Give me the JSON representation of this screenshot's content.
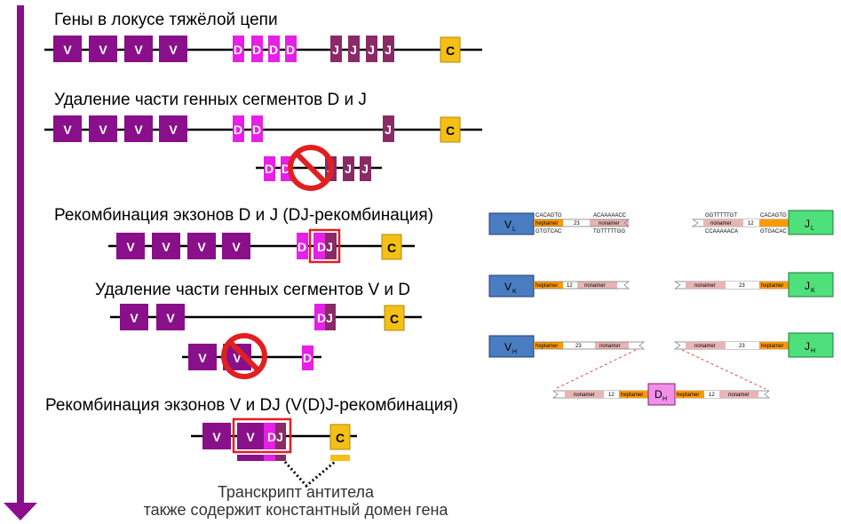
{
  "colors": {
    "v": "#8a0f8a",
    "d": "#e620e6",
    "j": "#8a2a66",
    "c": "#f5c016",
    "arrow": "#8a0f8a",
    "highlight": "#e02020",
    "vl": "#4a7cc2",
    "jl": "#4ee07a",
    "dh": "#f090e8",
    "heptamer": "#ff9900",
    "nonamer": "#e8b4b4"
  },
  "titles": {
    "row1": "Гены в локусе тяжёлой цепи",
    "row2": "Удаление части генных сегментов D и J",
    "row3": "Рекомбинация экзонов D и J (DJ-рекомбинация)",
    "row4": "Удаление части генных сегментов V и D",
    "row5": "Рекомбинация экзонов V и DJ (V(D)J-рекомбинация)"
  },
  "caption": {
    "line1": "Транскрипт антитела",
    "line2": "также содержит константный домен гена"
  },
  "segment_labels": {
    "v": "V",
    "d": "D",
    "j": "J",
    "c": "C",
    "dj": "DJ"
  },
  "rss": {
    "vl_name": "V",
    "vl_sub": "L",
    "jl_name": "J",
    "jl_sub": "L",
    "vk_name": "V",
    "vk_sub": "K",
    "jk_name": "J",
    "jk_sub": "K",
    "vh_name": "V",
    "vh_sub": "H",
    "jh_name": "J",
    "jh_sub": "H",
    "dh_name": "D",
    "dh_sub": "H",
    "heptamer": "heptamer",
    "nonamer": "nonamer",
    "spacer23": "23",
    "spacer12": "12",
    "vl_top_left": "CACAGTG",
    "vl_bottom_left": "GTGTCAC",
    "vl_top_right": "ACAAAAACC",
    "vl_bottom_right": "TGTTTTTGG",
    "jl_top_left": "GGTTTTTGT",
    "jl_bottom_left": "CCAAAAACA",
    "jl_top_right": "CACAGTG",
    "jl_bottom_right": "GTGACAC"
  }
}
